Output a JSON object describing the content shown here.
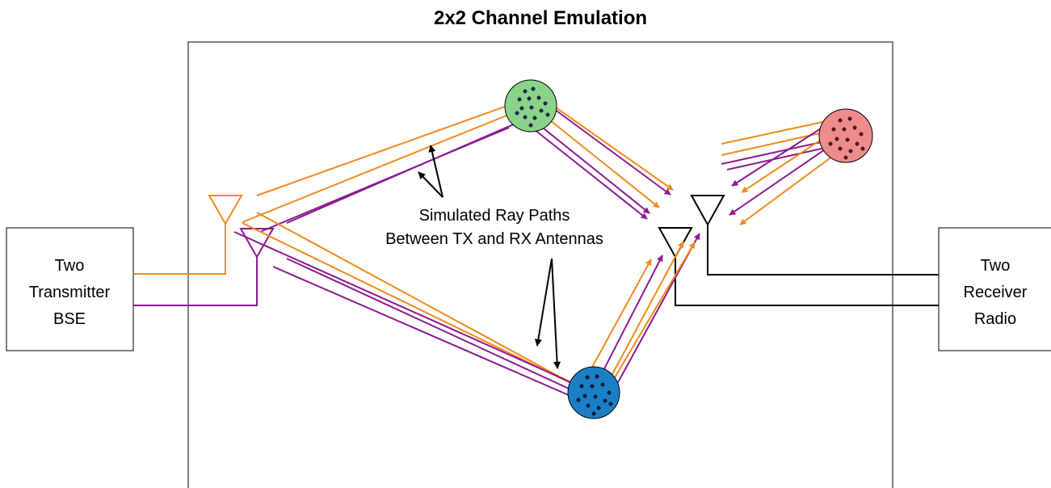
{
  "title": "2x2 Channel Emulation",
  "tx_box": {
    "lines": [
      "Two",
      "Transmitter",
      "BSE"
    ]
  },
  "rx_box": {
    "lines": [
      "Two",
      "Receiver",
      "Radio"
    ]
  },
  "annotation": {
    "lines": [
      "Simulated Ray Paths",
      "Between TX and RX Antennas"
    ]
  },
  "colors": {
    "path_1": "#f28a1b",
    "path_2": "#8b1a8f",
    "scatterer_top": "#8cd38a",
    "scatterer_bottom": "#1b7fc6",
    "scatterer_right": "#ee8c8c",
    "rx_line": "#000000"
  }
}
